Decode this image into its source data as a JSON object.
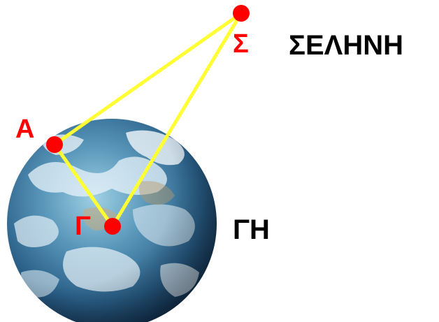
{
  "colors": {
    "point": "#ff0000",
    "line": "#ffff33",
    "label_point": "#ff0000",
    "label_body": "#000000",
    "earth_deep": "#0f2f52",
    "earth_mid": "#3f7ea3",
    "earth_light": "#8ec2d8",
    "cloud": "#eef6fb"
  },
  "points": {
    "moon": {
      "label": "Σ"
    },
    "observer": {
      "label": "Α"
    },
    "center": {
      "label": "Γ"
    }
  },
  "bodies": {
    "moon_name": "ΣΕΛΗΝΗ",
    "earth_name": "ΓΗ"
  },
  "icons": {
    "earth": "earth-globe-icon"
  }
}
